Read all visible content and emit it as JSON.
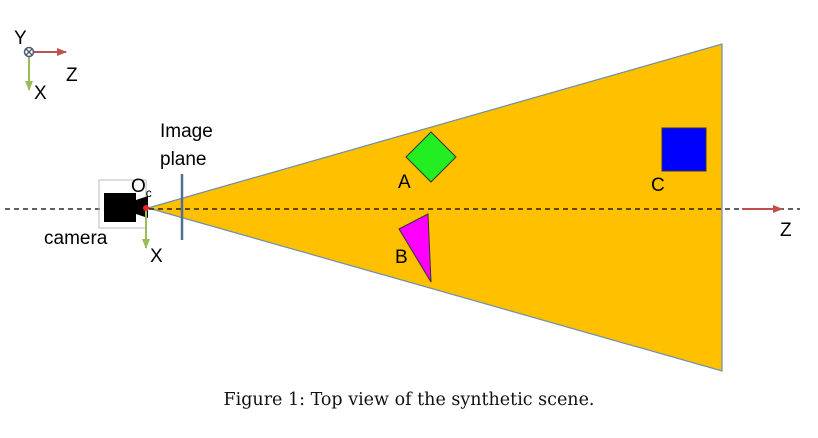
{
  "labels": {
    "top_left_axes": {
      "y": "Y",
      "z": "Z",
      "x": "X"
    },
    "camera": "camera",
    "origin_main": "O",
    "origin_sub": "c",
    "camera_x_axis": "X",
    "image_plane_line1": "Image",
    "image_plane_line2": "plane",
    "object_a": "A",
    "object_b": "B",
    "object_c": "C",
    "optical_axis_z": "Z"
  },
  "caption": "Figure 1: Top view of the synthetic scene.",
  "colors": {
    "frustum": "#FFC000",
    "frustum_edge": "#6D8DB0",
    "object_a": "#22EE22",
    "object_b": "#FF00FF",
    "object_c": "#0000FF",
    "axis_red": "#C0504D",
    "axis_green": "#9BBB59",
    "image_plane": "#4F6E96"
  }
}
